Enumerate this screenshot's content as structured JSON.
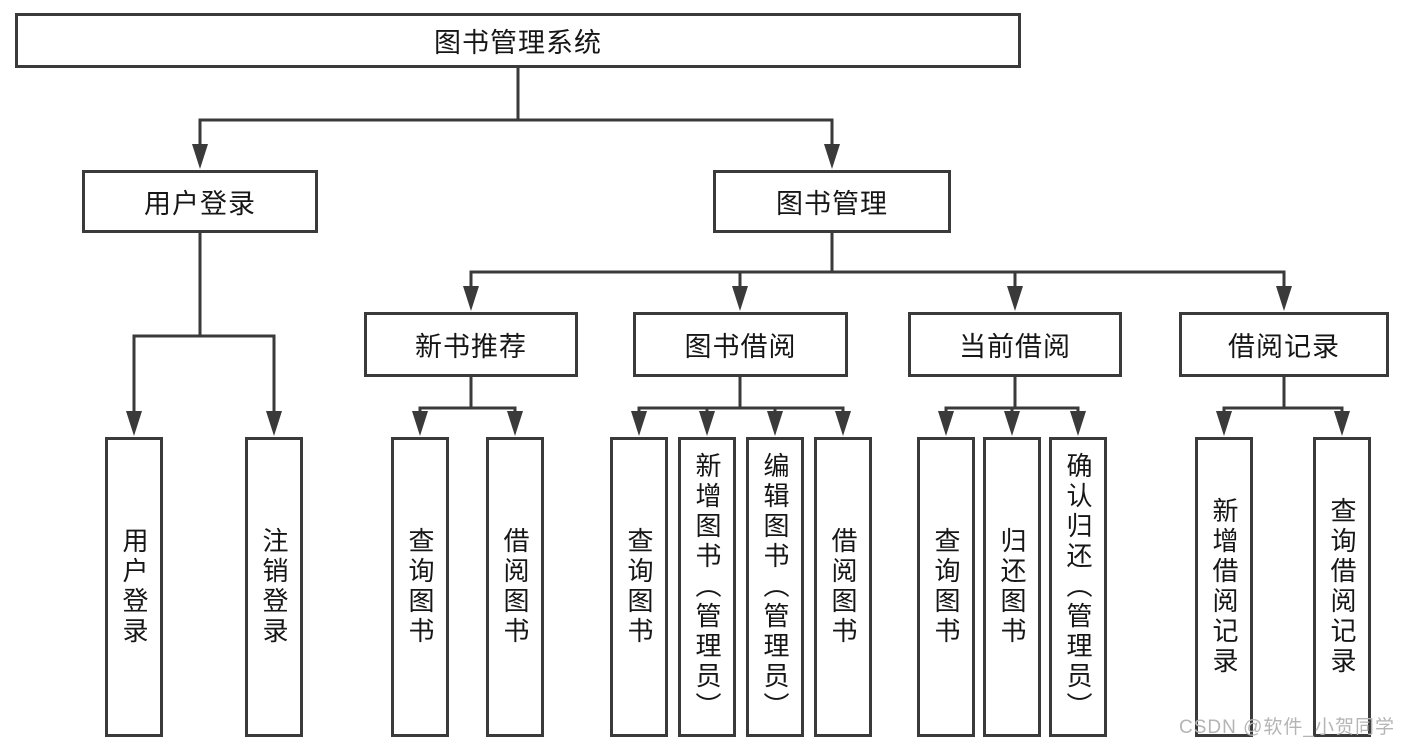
{
  "diagram": {
    "tree": {
      "label": "图书管理系统",
      "children": [
        {
          "label": "用户登录",
          "children": [
            {
              "label": "用户登录"
            },
            {
              "label": "注销登录"
            }
          ]
        },
        {
          "label": "图书管理",
          "children": [
            {
              "label": "新书推荐",
              "children": [
                {
                  "label": "查询图书"
                },
                {
                  "label": "借阅图书"
                }
              ]
            },
            {
              "label": "图书借阅",
              "children": [
                {
                  "label": "查询图书"
                },
                {
                  "label": "新增图书（管理员）"
                },
                {
                  "label": "编辑图书（管理员）"
                },
                {
                  "label": "借阅图书"
                }
              ]
            },
            {
              "label": "当前借阅",
              "children": [
                {
                  "label": "查询图书"
                },
                {
                  "label": "归还图书"
                },
                {
                  "label": "确认归还（管理员）"
                }
              ]
            },
            {
              "label": "借阅记录",
              "children": [
                {
                  "label": "新增借阅记录"
                },
                {
                  "label": "查询借阅记录"
                }
              ]
            }
          ]
        }
      ]
    },
    "colors": {
      "line": "#3a3a3a",
      "box_border": "#3a3a3a",
      "text": "#161616",
      "watermark": "#b5b5b5",
      "background": "#ffffff"
    }
  },
  "watermark": {
    "text": "CSDN @软件_小贺同学"
  }
}
